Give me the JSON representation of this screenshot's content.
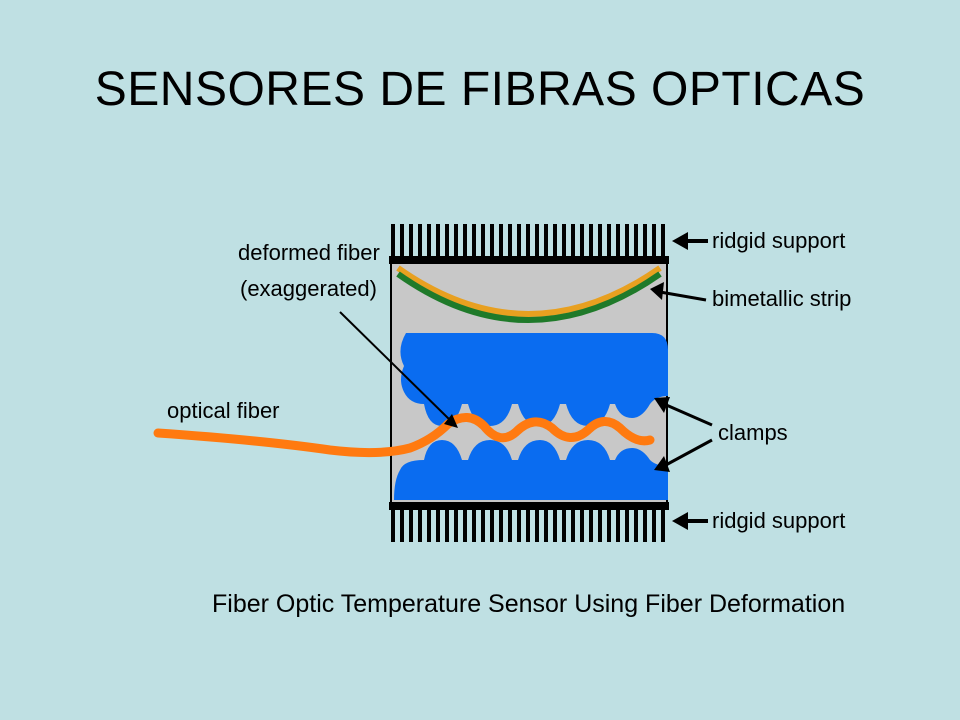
{
  "slide": {
    "title": "SENSORES DE FIBRAS OPTICAS"
  },
  "diagram": {
    "labels": {
      "deformed_fiber_line1": "deformed fiber",
      "deformed_fiber_line2": "(exaggerated)",
      "optical_fiber": "optical fiber",
      "ridgid_support_top": "ridgid support",
      "bimetallic_strip": "bimetallic strip",
      "clamps": "clamps",
      "ridgid_support_bottom": "ridgid support"
    },
    "caption": "Fiber Optic Temperature Sensor Using Fiber Deformation",
    "colors": {
      "background": "#bfe0e3",
      "housing": "#c8c8c8",
      "clamp": "#0a6cf0",
      "fiber": "#ff7a10",
      "strip_orange": "#e8a020",
      "strip_green": "#1f7a2a"
    }
  }
}
